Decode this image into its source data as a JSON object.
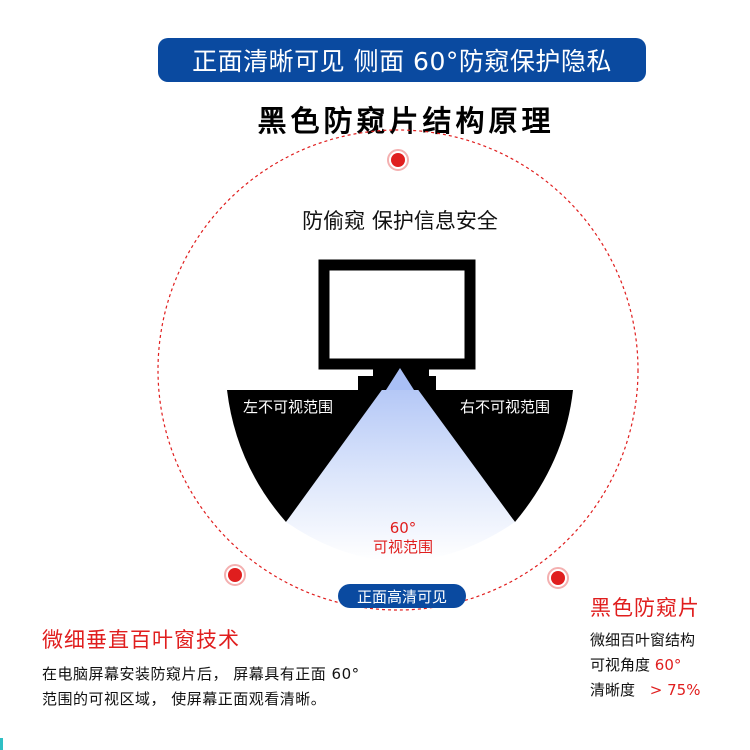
{
  "banner": "正面清晰可见 侧面 60°防窥保护隐私",
  "heading": "黑色防窥片结构原理",
  "diagram": {
    "slogan": "防偷窥 保护信息安全",
    "left_range": "左不可视范围",
    "right_range": "右不可视范围",
    "angle": "60°",
    "angle_label": "可视范围",
    "front_label": "正面高清可见"
  },
  "left_panel": {
    "title": "微细垂直百叶窗技术",
    "description": "在电脑屏幕安装防窥片后， 屏幕具有正面 60°范围的可视区域， 使屏幕正面观看清晰。"
  },
  "right_panel": {
    "title": "黑色防窥片",
    "line1": "微细百叶窗结构",
    "line2_label": "可视角度",
    "line2_value": "60°",
    "line3_label": "清晰度",
    "line3_value": "> 75%"
  },
  "colors": {
    "brand_blue": "#0a4aa0",
    "accent_red": "#e01e1e",
    "shade_black": "#000000"
  }
}
